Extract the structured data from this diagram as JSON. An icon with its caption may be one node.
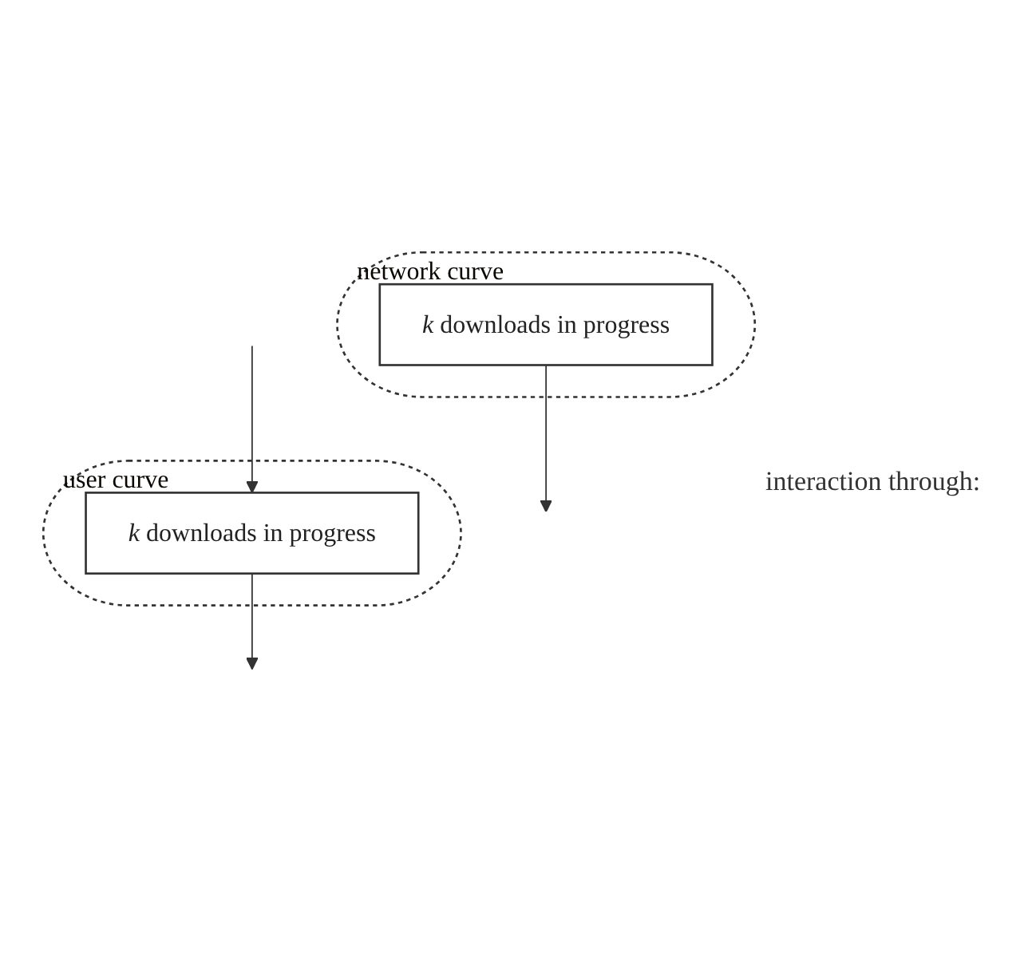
{
  "diagram": {
    "nodes": [
      {
        "text": [
          "user curve"
        ]
      },
      {
        "text": [
          "*k* downloads in progress"
        ],
        "in": 0
      },
      {
        "text": [
          "network curve"
        ]
      },
      {
        "text": [
          "*k* downloads in progress"
        ],
        "in": 2
      }
    ],
    "edges": [
      {
        "from": null,
        "to": 1,
        "arrow": "to"
      },
      {
        "from": 1,
        "to": null,
        "arrow": "to"
      },
      {
        "from": 3,
        "to": null,
        "arrow": "to"
      }
    ],
    "labels": [
      "interaction through:"
    ]
  }
}
